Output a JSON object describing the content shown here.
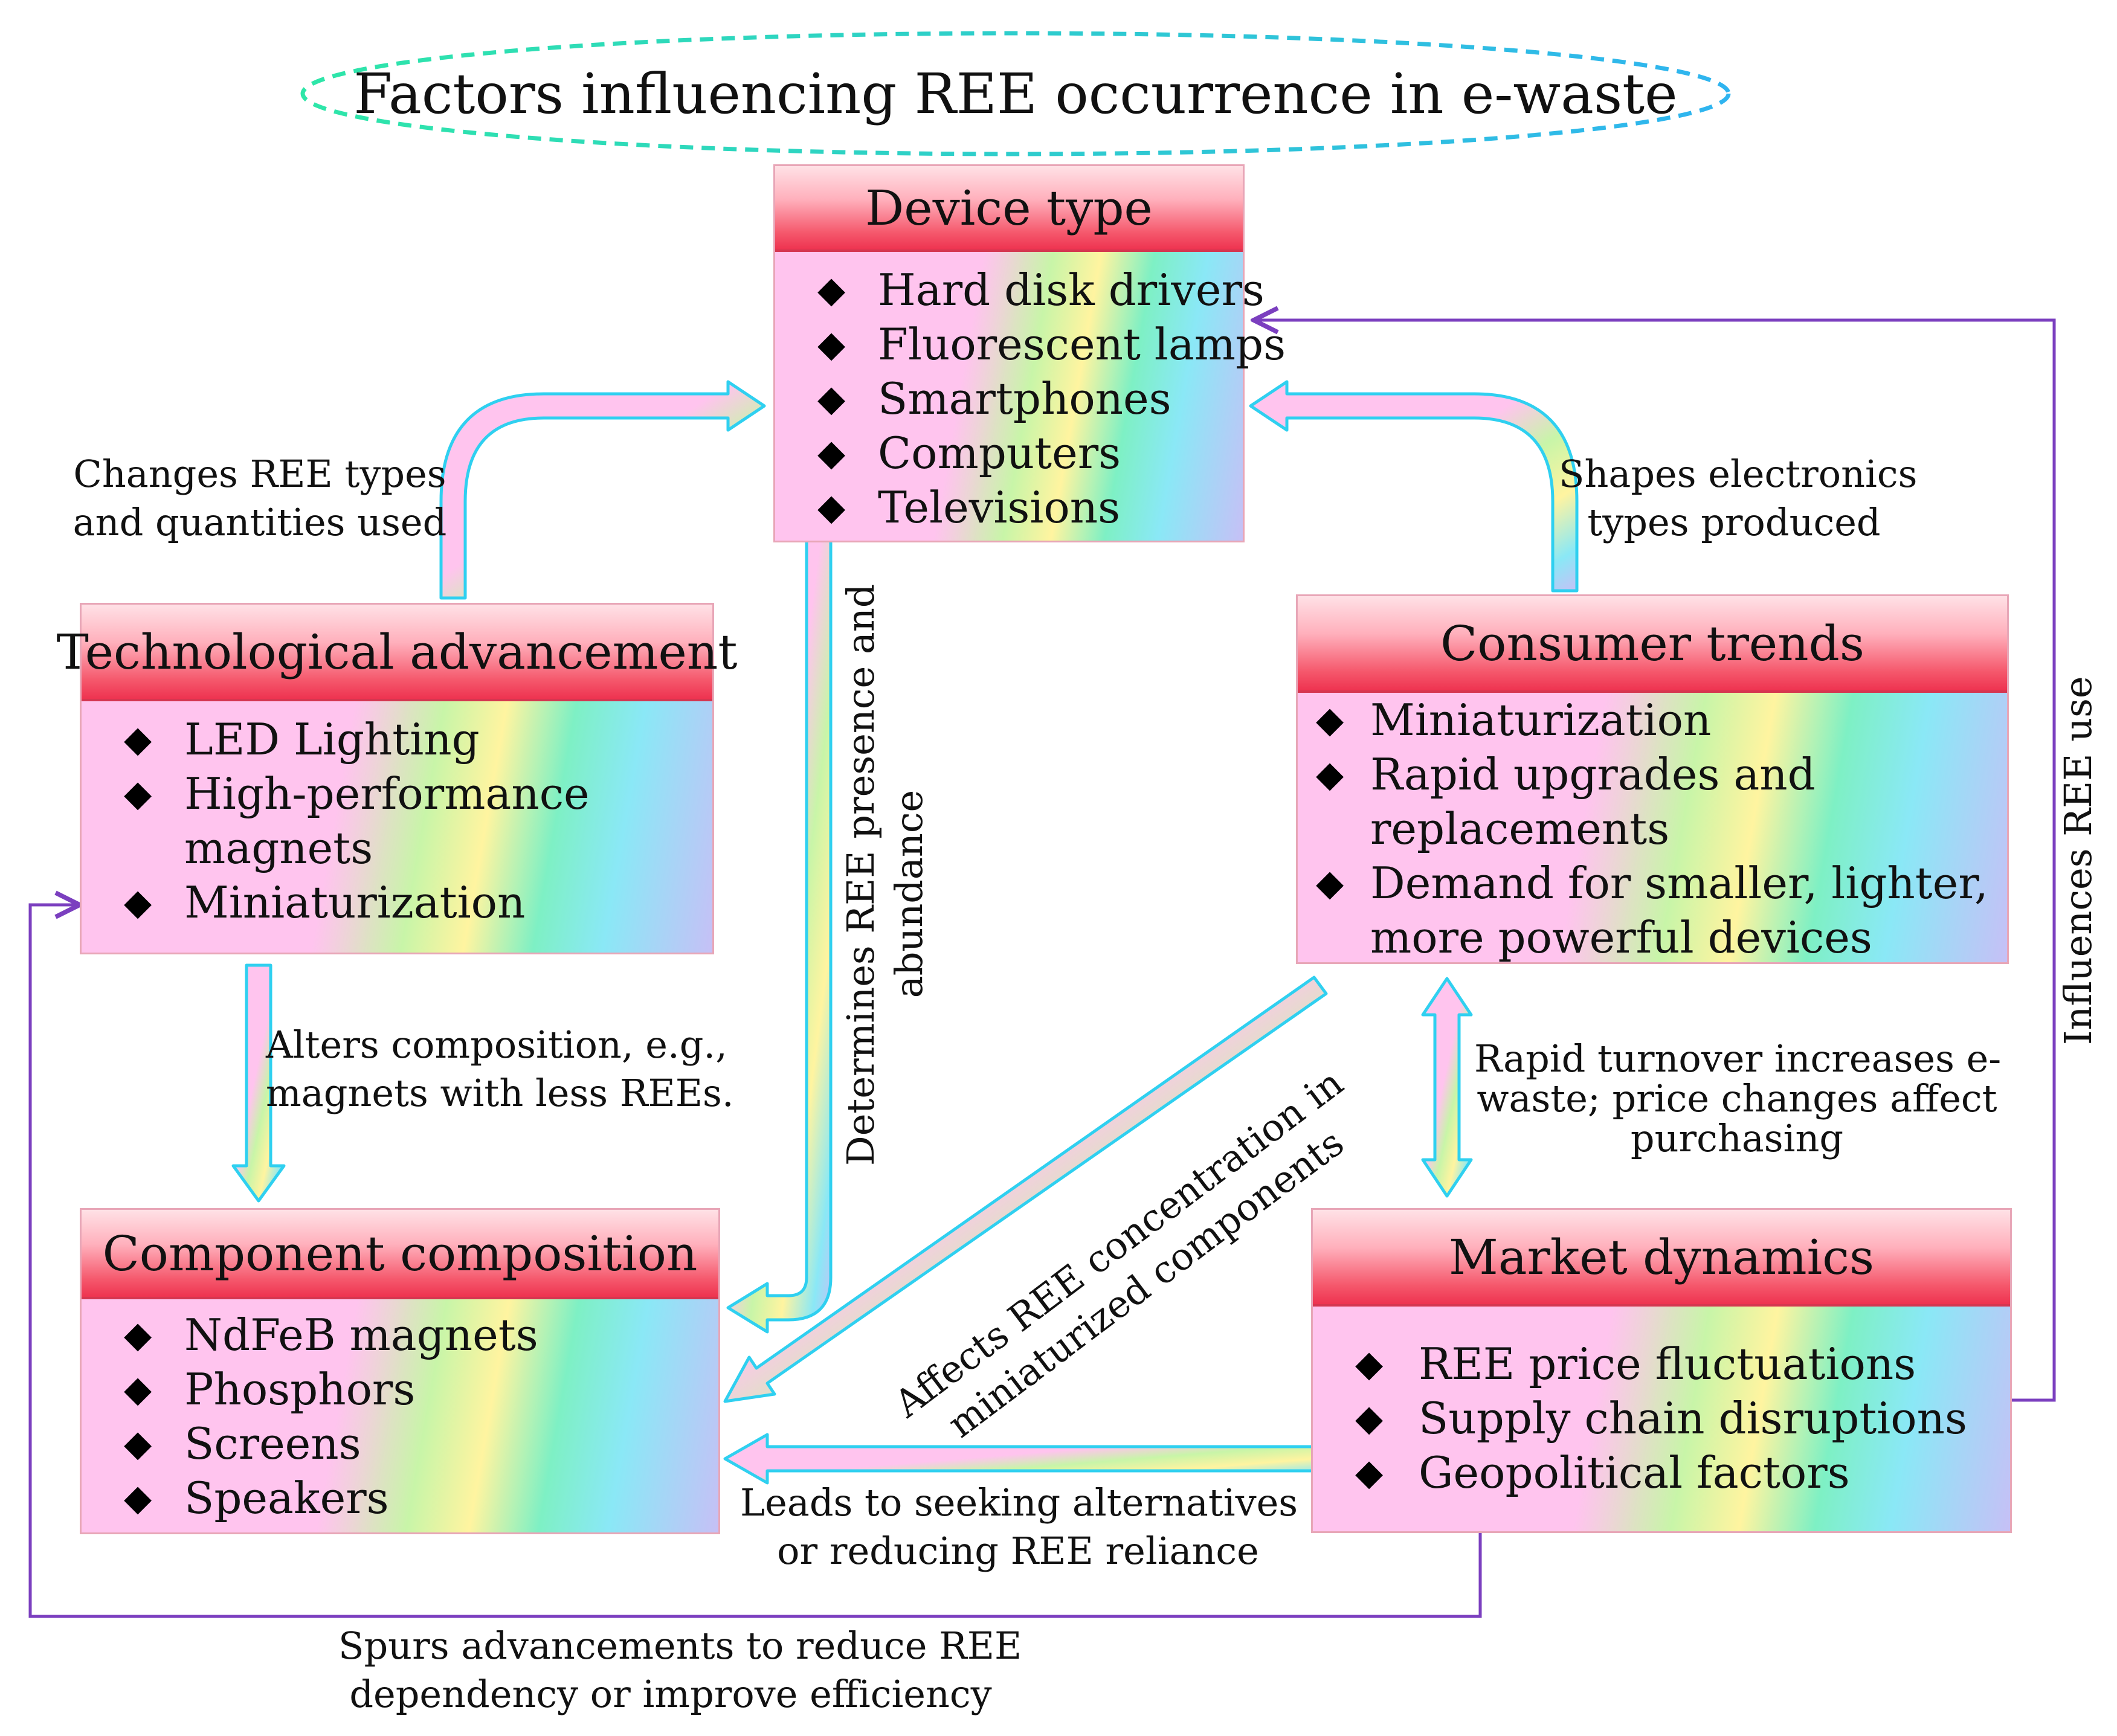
{
  "title": "Factors influencing REE occurrence in e-waste",
  "boxes": {
    "device_type": {
      "title": "Device type",
      "items": [
        "Hard disk drivers",
        "Fluorescent lamps",
        "Smartphones",
        "Computers",
        "Televisions"
      ]
    },
    "technological_advancement": {
      "title": "Technological advancement",
      "items": [
        "LED Lighting",
        "High-performance",
        "magnets",
        "Miniaturization"
      ]
    },
    "consumer_trends": {
      "title": "Consumer trends",
      "items": [
        "Miniaturization",
        "Rapid upgrades and",
        "replacements",
        "Demand for smaller, lighter,",
        "more powerful devices"
      ]
    },
    "component_composition": {
      "title": "Component composition",
      "items": [
        "NdFeB magnets",
        "Phosphors",
        "Screens",
        "Speakers"
      ]
    },
    "market_dynamics": {
      "title": "Market dynamics",
      "items": [
        "REE price fluctuations",
        "Supply chain disruptions",
        "Geopolitical factors"
      ]
    }
  },
  "labels": {
    "changes_ree": [
      "Changes REE types",
      "and quantities used"
    ],
    "shapes_electronics": [
      "Shapes electronics",
      "types produced"
    ],
    "determines_ree": [
      "Determines REE presence and",
      "abundance"
    ],
    "alters_composition": [
      "Alters composition, e.g.,",
      "magnets with less REEs."
    ],
    "affects_ree": [
      "Affects REE concentration in",
      "miniaturized components"
    ],
    "rapid_turnover": [
      "Rapid turnover increases e-",
      "waste; price changes affect",
      "purchasing"
    ],
    "influences_ree": "Influences REE use",
    "leads_to": [
      "Leads to seeking alternatives",
      "or reducing REE reliance"
    ],
    "spurs_advancements": [
      "Spurs advancements to reduce REE",
      "dependency or improve efficiency"
    ]
  },
  "bullet_glyph": "◆",
  "colors": {
    "header_red": "#ee3350",
    "box_pink": "#ffc4ee",
    "arrow_outline": "#2fd0f0",
    "feedback_purple": "#7b3fbf",
    "oval_dash": "#35c8e6"
  }
}
